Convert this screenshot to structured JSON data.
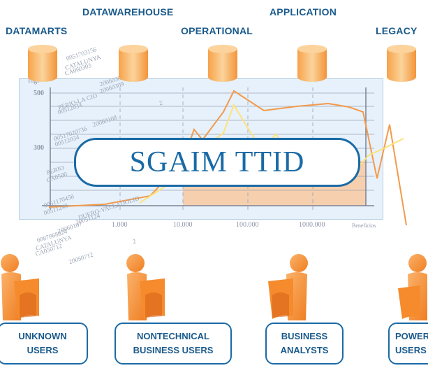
{
  "sources": {
    "datamarts": "DATAMARTS",
    "datawarehouse": "DATAWAREHOUSE",
    "operational": "OPERATIONAL",
    "application": "APPLICATION",
    "legacy": "LEGACY"
  },
  "banner": {
    "title": "SGAIM TTID"
  },
  "chart_data": {
    "type": "line",
    "y_ticks": [
      "500",
      "300"
    ],
    "x_ticks": [
      "1.000",
      "10.000",
      "100.000",
      "1000.000",
      "Beneficios"
    ],
    "y_axis_label": "Ingr",
    "overlay_text": [
      "0051703156",
      "CATALUNYA",
      "CA060303",
      "20060307",
      "20060309",
      "PERIO-LA CIO",
      "00512034",
      "00517020736",
      "20060108",
      "00512034",
      "PERIO",
      "CA0500",
      "0051170458",
      "00511240",
      "DUERO-VALLADOLID",
      "20051124",
      "20060107",
      "0087868624",
      "CATALUNYA",
      "CA050712",
      "20050712",
      "2",
      "2"
    ]
  },
  "users": {
    "unknown": "UNKNOWN\nUSERS",
    "nontechnical": "NONTECHNICAL\nBUSINESS USERS",
    "analysts": "BUSINESS\nANALYSTS",
    "power": "POWER\nUSERS"
  },
  "colors": {
    "brand_blue": "#1a6aa6",
    "label_blue": "#1a5a8c",
    "orange": "#f7941e",
    "light_panel": "#e6f1fb"
  }
}
